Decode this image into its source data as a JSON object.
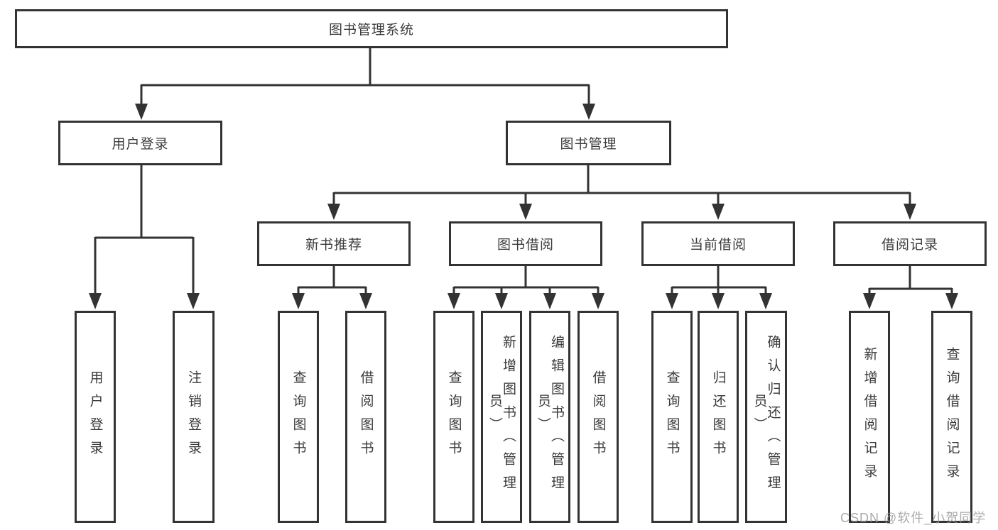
{
  "diagram": {
    "root": {
      "label": "图书管理系统"
    },
    "level2": [
      {
        "label": "用户登录"
      },
      {
        "label": "图书管理"
      }
    ],
    "level3": [
      {
        "label": "新书推荐"
      },
      {
        "label": "图书借阅"
      },
      {
        "label": "当前借阅"
      },
      {
        "label": "借阅记录"
      }
    ],
    "level4": {
      "login": [
        "用户登录",
        "注销登录"
      ],
      "new_books": [
        "查询图书",
        "借阅图书"
      ],
      "book_borrow": [
        "查询图书",
        "新增图书（管理员）",
        "编辑图书（管理员）",
        "借阅图书"
      ],
      "current_borrow": [
        "查询图书",
        "归还图书",
        "确认归还（管理员）"
      ],
      "borrow_records": [
        "新增借阅记录",
        "查询借阅记录"
      ]
    }
  },
  "watermark": "CSDN @软件_小贺同学",
  "colors": {
    "line": "#333333",
    "text": "#3a3a3a",
    "background": "#ffffff",
    "watermark": "#969696"
  }
}
